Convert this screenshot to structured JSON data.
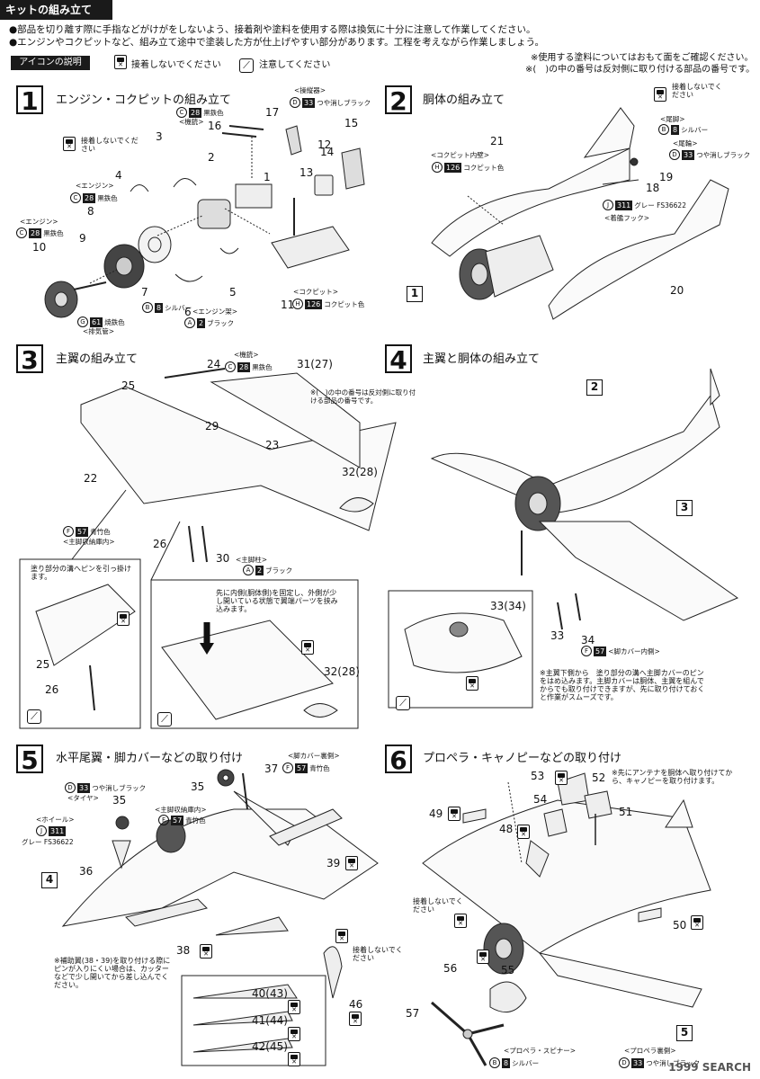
{
  "header": {
    "title": "キットの組み立て",
    "notes": [
      "●部品を切り離す際に手指などがけがをしないよう、接着剤や塗料を使用する際は換気に十分に注意して作業してください。",
      "●エンジンやコクピットなど、組み立て途中で塗装した方が仕上げやすい部分があります。工程を考えながら作業しましょう。"
    ],
    "icon_legend_label": "アイコンの説明",
    "icon_noglue_text": "接着しないでください",
    "icon_caution_text": "注意してください",
    "right_notes": [
      "※使用する塗料についてはおもて面をご確認ください。",
      "※(　)の中の番号は反対側に取り付ける部品の番号です。"
    ]
  },
  "steps": [
    {
      "number": "1",
      "title": "エンジン・コクピットの組み立て",
      "noglue": "接着しないでください",
      "parts": [
        "1",
        "2",
        "3",
        "4",
        "5",
        "6",
        "7",
        "8",
        "9",
        "10",
        "11",
        "12",
        "13",
        "14",
        "15",
        "16",
        "17"
      ],
      "paints": [
        {
          "group": "<機銃>",
          "letter": "C",
          "code": "28",
          "name": "黒鉄色"
        },
        {
          "group": "<エンジン>",
          "letter": "C",
          "code": "28",
          "name": "黒鉄色"
        },
        {
          "group": "<エンジン>",
          "letter": "C",
          "code": "28",
          "name": "黒鉄色"
        },
        {
          "group": "",
          "letter": "B",
          "code": "8",
          "name": "シルバー"
        },
        {
          "group": "<エンジン架>",
          "letter": "A",
          "code": "2",
          "name": "ブラック"
        },
        {
          "group": "<排気管>",
          "letter": "G",
          "code": "61",
          "name": "焼鉄色"
        },
        {
          "group": "<コクピット>",
          "letter": "H",
          "code": "126",
          "name": "コクピット色"
        },
        {
          "group": "<操縦器>",
          "letter": "D",
          "code": "33",
          "name": "つや消しブラック"
        }
      ]
    },
    {
      "number": "2",
      "title": "胴体の組み立て",
      "noglue": "接着しないでください",
      "parts": [
        "18",
        "19",
        "20",
        "21"
      ],
      "ref": "1",
      "paints": [
        {
          "group": "<コクピット内壁>",
          "letter": "H",
          "code": "126",
          "name": "コクピット色"
        },
        {
          "group": "<尾脚>",
          "letter": "B",
          "code": "8",
          "name": "シルバー"
        },
        {
          "group": "<尾輪>",
          "letter": "D",
          "code": "33",
          "name": "つや消しブラック"
        },
        {
          "group": "<着艦フック>",
          "letter": "J",
          "code": "311",
          "name": "グレー FS36622"
        }
      ]
    },
    {
      "number": "3",
      "title": "主翼の組み立て",
      "parts": [
        "22",
        "23",
        "24",
        "25",
        "26",
        "29",
        "30",
        "31(27)",
        "32(28)"
      ],
      "note_paren": "※(　)の中の番号は反対側に取り付ける部品の番号です。",
      "inset_a": "塗り部分の溝へピンを引っ掛けます。",
      "inset_b": "先に内側(胴体側)を固定し、外側が少し開いている状態で翼端パーツを挟み込みます。",
      "paints": [
        {
          "group": "<機銃>",
          "letter": "C",
          "code": "28",
          "name": "黒鉄色"
        },
        {
          "group": "<主脚収納庫内>",
          "letter": "F",
          "code": "57",
          "name": "青竹色"
        },
        {
          "group": "<主脚柱>",
          "letter": "A",
          "code": "2",
          "name": "ブラック"
        }
      ]
    },
    {
      "number": "4",
      "title": "主翼と胴体の組み立て",
      "parts": [
        "33(34)",
        "33",
        "34"
      ],
      "refs": [
        "2",
        "3"
      ],
      "note": "※主翼下側から　塗り部分の溝へ主脚カバーのピンをはめ込みます。主脚カバーは胴体、主翼を組んでからでも取り付けできますが、先に取り付けておくと作業がスムーズです。",
      "paints": [
        {
          "group": "<脚カバー内側>",
          "letter": "F",
          "code": "57",
          "name": "青竹色"
        }
      ]
    },
    {
      "number": "5",
      "title": "水平尾翼・脚カバーなどの取り付け",
      "parts": [
        "35",
        "36",
        "37",
        "38",
        "39",
        "40(43)",
        "41(44)",
        "42(45)",
        "46",
        "35"
      ],
      "ref": "4",
      "noglue": "接着しないでください",
      "note": "※補助翼(38・39)を取り付ける際にピンが入りにくい場合は、カッターなどで少し開いてから差し込んでください。",
      "paints": [
        {
          "group": "<タイヤ>",
          "letter": "D",
          "code": "33",
          "name": "つや消しブラック"
        },
        {
          "group": "<ホイール>",
          "letter": "J",
          "code": "311",
          "name": "グレー FS36622"
        },
        {
          "group": "<主脚収納庫内>",
          "letter": "F",
          "code": "57",
          "name": "青竹色"
        },
        {
          "group": "<脚カバー裏側>",
          "letter": "F",
          "code": "57",
          "name": "青竹色"
        }
      ]
    },
    {
      "number": "6",
      "title": "プロペラ・キャノピーなどの取り付け",
      "parts": [
        "48",
        "49",
        "50",
        "51",
        "52",
        "53",
        "54",
        "55",
        "56",
        "57"
      ],
      "ref": "5",
      "noglue": "接着しないでください",
      "note": "※先にアンテナを胴体へ取り付けてから、キャノピーを取り付けます。",
      "paints": [
        {
          "group": "<プロペラ・スピナー>",
          "letter": "B",
          "code": "8",
          "name": "シルバー"
        },
        {
          "group": "<プロペラ裏側>",
          "letter": "D",
          "code": "33",
          "name": "つや消しブラック"
        }
      ]
    }
  ],
  "watermark": "1999 SEARCH"
}
